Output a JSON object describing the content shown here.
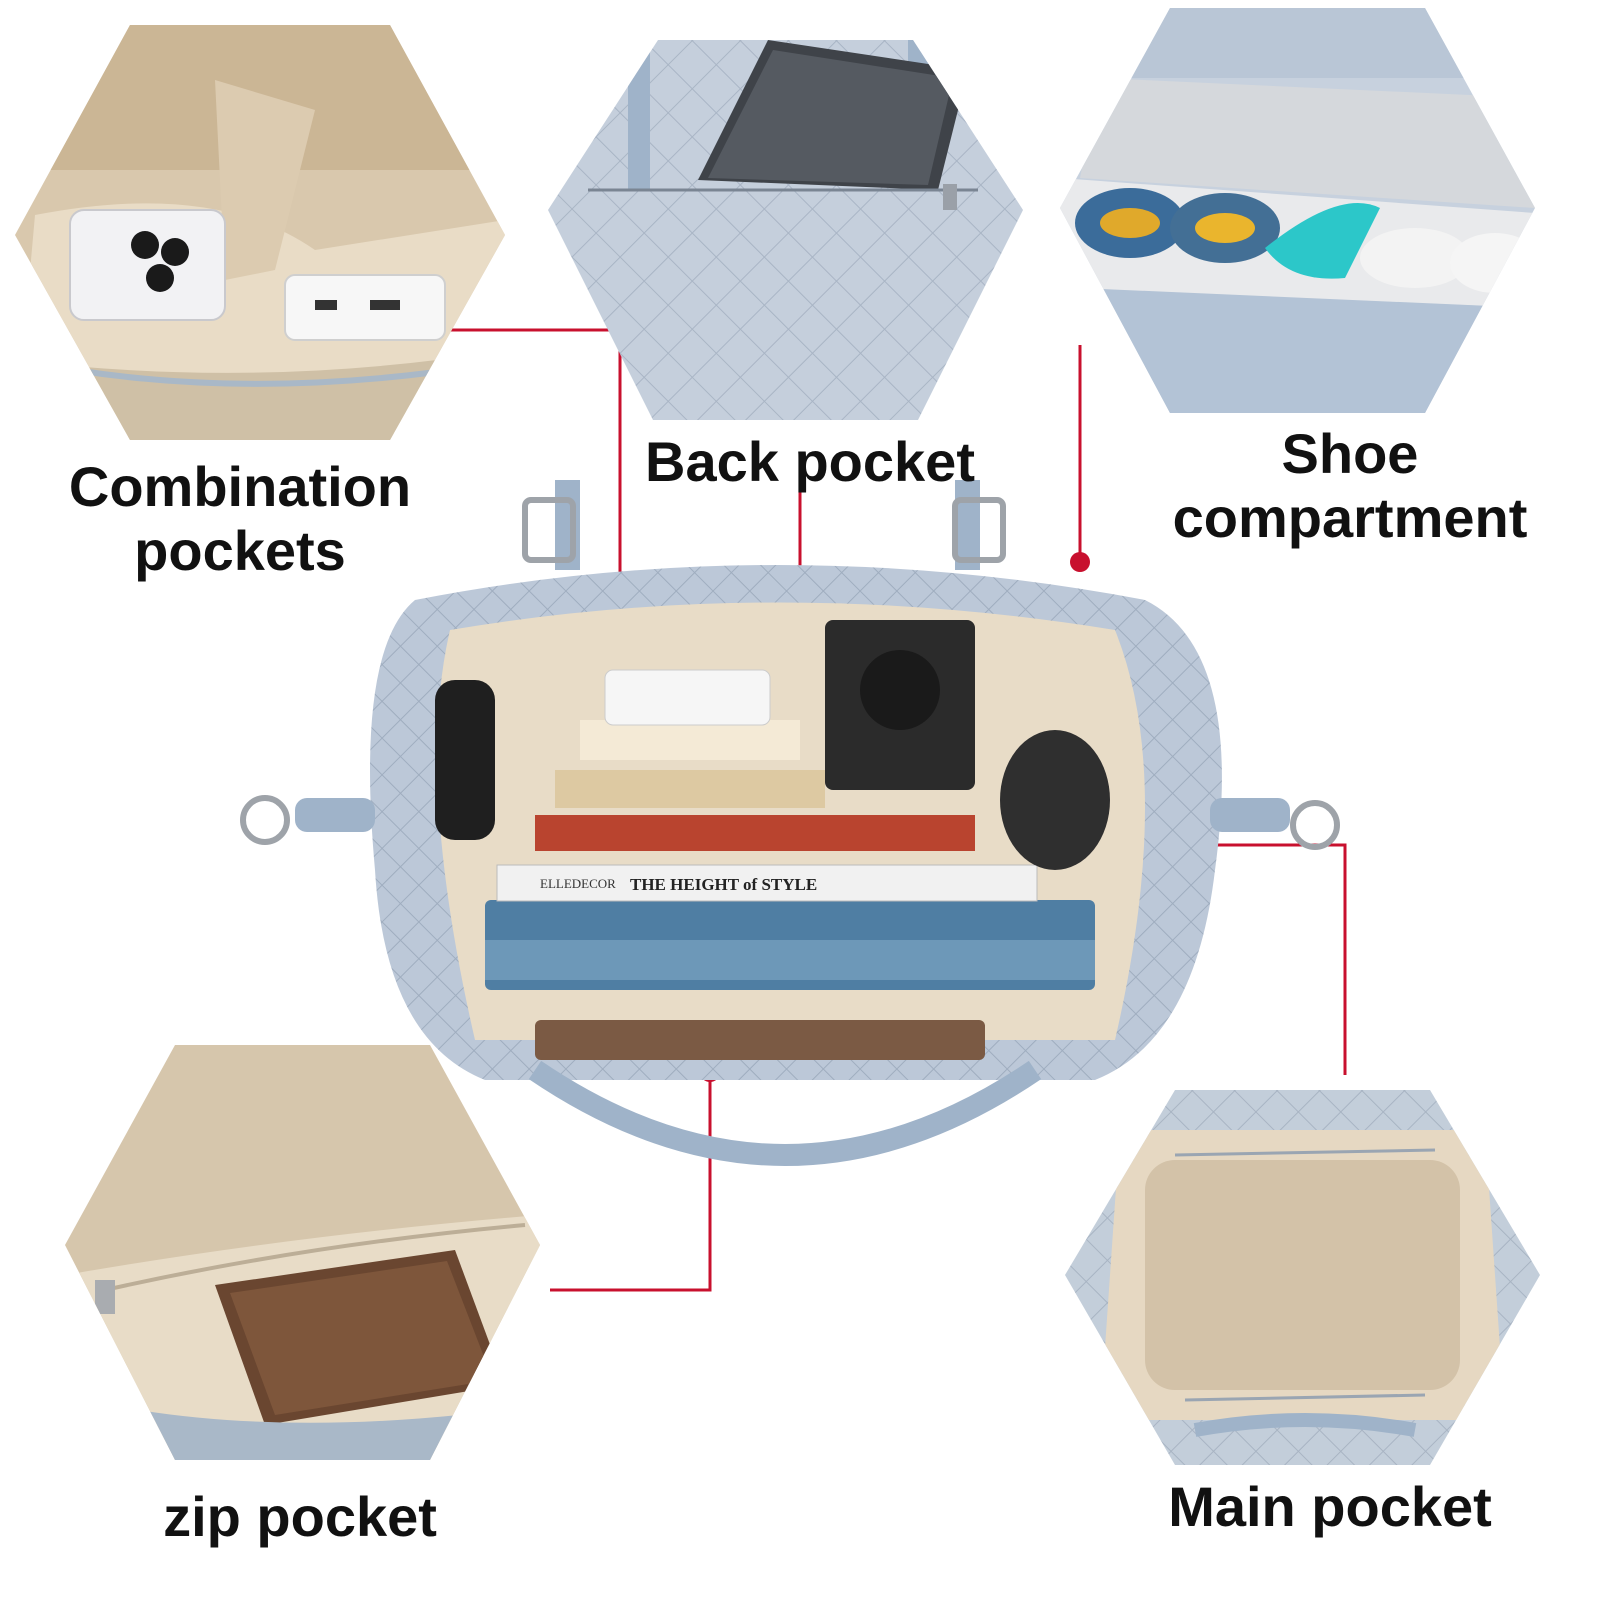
{
  "labels": {
    "combination": [
      "Combination",
      "pockets"
    ],
    "back": "Back pocket",
    "shoe": [
      "Shoe",
      "compartment"
    ],
    "zip": "zip pocket",
    "main": "Main pocket"
  },
  "book_spine": {
    "brand": "ELLEDECOR",
    "title": "THE HEIGHT of STYLE"
  },
  "colors": {
    "accent": "#c8102e",
    "bag": "#b9c7d8",
    "lining": "#e6d8c2",
    "text": "#111111"
  }
}
